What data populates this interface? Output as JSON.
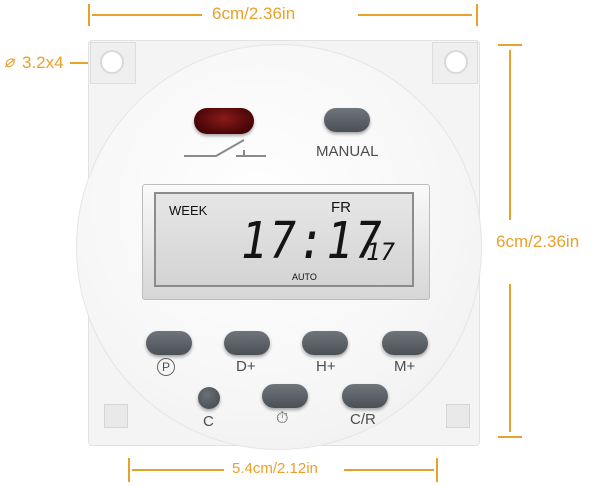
{
  "dimensions": {
    "top_width": "6cm/2.36in",
    "right_height": "6cm/2.36in",
    "bottom_width": "5.4cm/2.12in",
    "hole_size": "3.2x4",
    "hole_symbol": "⌀"
  },
  "display": {
    "week_label": "WEEK",
    "day": "FR",
    "time": "17:17",
    "seconds": "17",
    "mode": "AUTO"
  },
  "buttons": {
    "manual": "MANUAL",
    "program": "P",
    "day_plus": "D+",
    "hour_plus": "H+",
    "minute_plus": "M+",
    "clear": "C",
    "clock_symbol": "⏱",
    "cancel_recall": "C/R"
  },
  "colors": {
    "dimension_accent": "#e8a12a",
    "button": "#555a60",
    "led": "#5a0a0a",
    "lcd": "#dcdcdc"
  }
}
